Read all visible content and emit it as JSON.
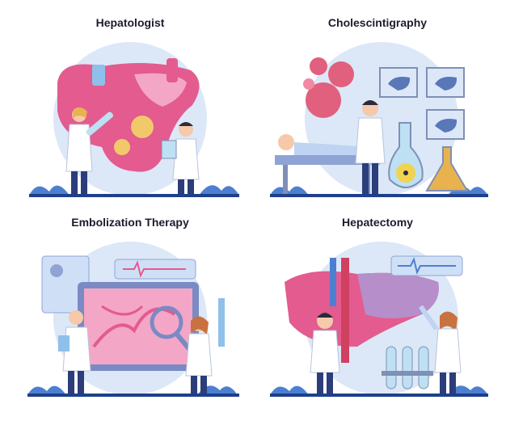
{
  "panels": [
    {
      "title": "Hepatologist"
    },
    {
      "title": "Cholescintigraphy"
    },
    {
      "title": "Embolization Therapy"
    },
    {
      "title": "Hepatectomy"
    }
  ],
  "colors": {
    "liver": "#e35b8f",
    "liver_light": "#f4a6c6",
    "blue_bg": "#dce8f7",
    "bush": "#4d7fd1",
    "coat": "#ffffff",
    "pants": "#2b3e7a",
    "virus": "#e0607e",
    "scan_frame": "#7f8fb6",
    "flask_liquid": "#e8b24f",
    "radiation_yellow": "#f2d34f",
    "monitor": "#7a8ac4"
  },
  "icons": [
    "liver-icon",
    "virus-icon",
    "radiation-icon",
    "heart-pulse-icon",
    "magnifier-icon",
    "scalpel-icon",
    "test-tube-icon"
  ]
}
